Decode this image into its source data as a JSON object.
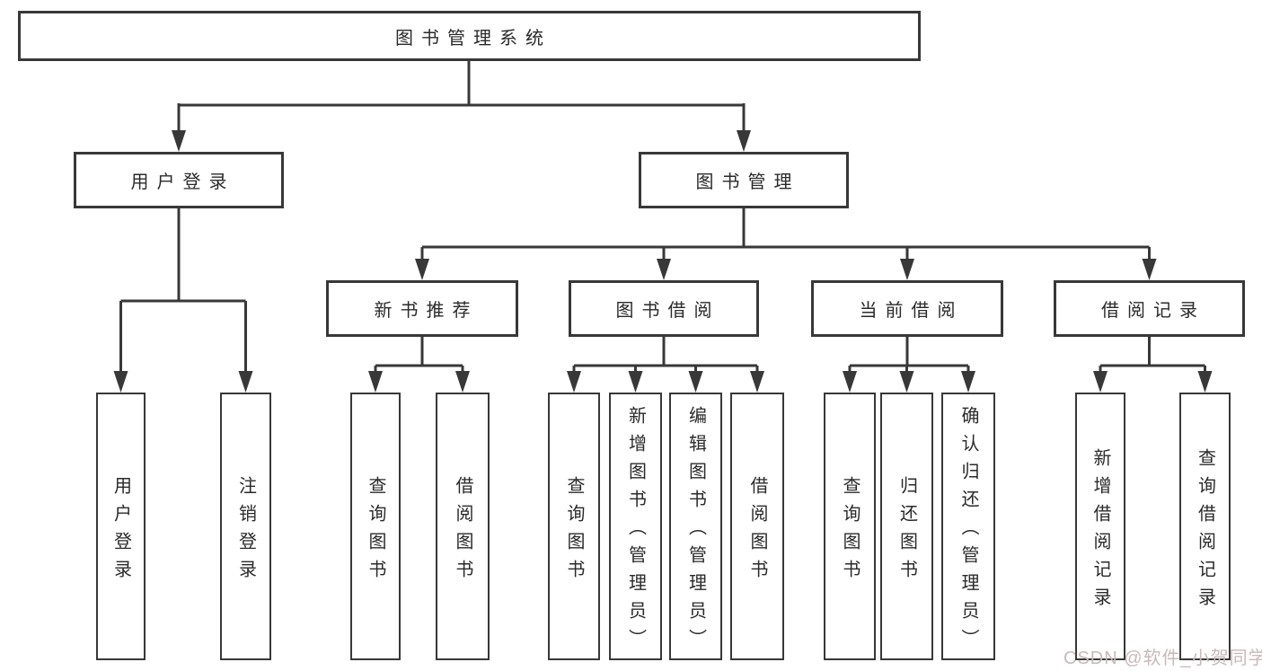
{
  "diagram": {
    "type": "tree",
    "title": "图书管理系统",
    "root": {
      "label": "图书管理系统"
    },
    "level2": [
      {
        "label": "用户登录"
      },
      {
        "label": "图书管理"
      }
    ],
    "level3": [
      {
        "label": "新书推荐"
      },
      {
        "label": "图书借阅"
      },
      {
        "label": "当前借阅"
      },
      {
        "label": "借阅记录"
      }
    ],
    "leaves": {
      "login": [
        "用户登录",
        "注销登录"
      ],
      "recommend": [
        "查询图书",
        "借阅图书"
      ],
      "borrow": [
        "查询图书",
        "新增图书（管理员）",
        "编辑图书（管理员）",
        "借阅图书"
      ],
      "current": [
        "查询图书",
        "归还图书",
        "确认归还（管理员）"
      ],
      "records": [
        "新增借阅记录",
        "查询借阅记录"
      ]
    },
    "edges": [
      [
        "图书管理系统",
        "用户登录"
      ],
      [
        "图书管理系统",
        "图书管理"
      ],
      [
        "用户登录",
        "用户登录"
      ],
      [
        "用户登录",
        "注销登录"
      ],
      [
        "图书管理",
        "新书推荐"
      ],
      [
        "图书管理",
        "图书借阅"
      ],
      [
        "图书管理",
        "当前借阅"
      ],
      [
        "图书管理",
        "借阅记录"
      ],
      [
        "新书推荐",
        "查询图书"
      ],
      [
        "新书推荐",
        "借阅图书"
      ],
      [
        "图书借阅",
        "查询图书"
      ],
      [
        "图书借阅",
        "新增图书（管理员）"
      ],
      [
        "图书借阅",
        "编辑图书（管理员）"
      ],
      [
        "图书借阅",
        "借阅图书"
      ],
      [
        "当前借阅",
        "查询图书"
      ],
      [
        "当前借阅",
        "归还图书"
      ],
      [
        "当前借阅",
        "确认归还（管理员）"
      ],
      [
        "借阅记录",
        "新增借阅记录"
      ],
      [
        "借阅记录",
        "查询借阅记录"
      ]
    ],
    "colors": {
      "line": "#383838",
      "box_border": "#383838",
      "box_fill": "#ffffff",
      "text": "#2a2a2a",
      "page_background": "#ffffff",
      "watermark": "#c9b9b9"
    }
  },
  "watermark": {
    "text": "CSDN @软件_小贺同学"
  }
}
